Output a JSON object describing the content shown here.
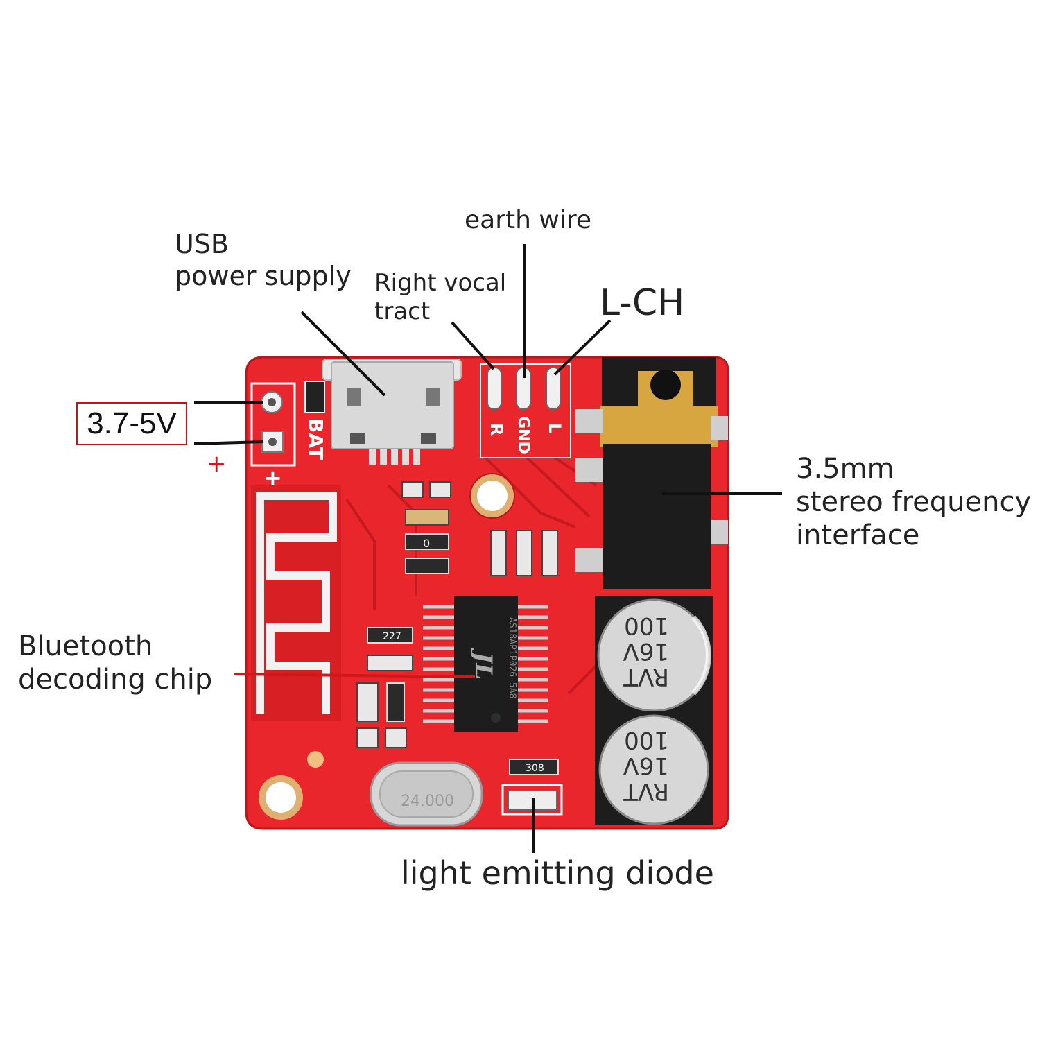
{
  "labels": {
    "usb_line1": "USB",
    "usb_line2": "power supply",
    "right_line1": "Right vocal",
    "right_line2": "tract",
    "earth": "earth wire",
    "lch": "L-CH",
    "voltage": "3.7-5V",
    "stereo_line1": "3.5mm",
    "stereo_line2": "stereo frequency",
    "stereo_line3": "interface",
    "bt_line1": "Bluetooth",
    "bt_line2": "decoding chip",
    "led": "light emitting diode"
  },
  "board_marks": {
    "bat": "BAT",
    "minus": "-",
    "plus": "+",
    "pin_r": "R",
    "pin_gnd": "GND",
    "pin_l": "L",
    "chip_logo": "JL",
    "chip_code": "AS18AP1P026-5A8",
    "crystal": "24.000",
    "cap_top_1": "RVT",
    "cap_top_2": "16V",
    "cap_top_3": "100",
    "cap_bottom_1": "RVT",
    "cap_bottom_2": "16V",
    "cap_bottom_3": "100",
    "resistor_a": "0",
    "resistor_b": "227",
    "resistor_c": "308"
  },
  "colors": {
    "pcb": "#e8262b",
    "pcb_dark": "#c51a1f",
    "pad": "#f0f0f0",
    "silkscreen": "#ffffff",
    "leader_black": "#111111",
    "leader_red": "#d01818",
    "jack_body": "#1c1c1c",
    "jack_gold": "#d8a640",
    "chip": "#1d1d1d",
    "cap_metal": "#d7d7d7"
  }
}
